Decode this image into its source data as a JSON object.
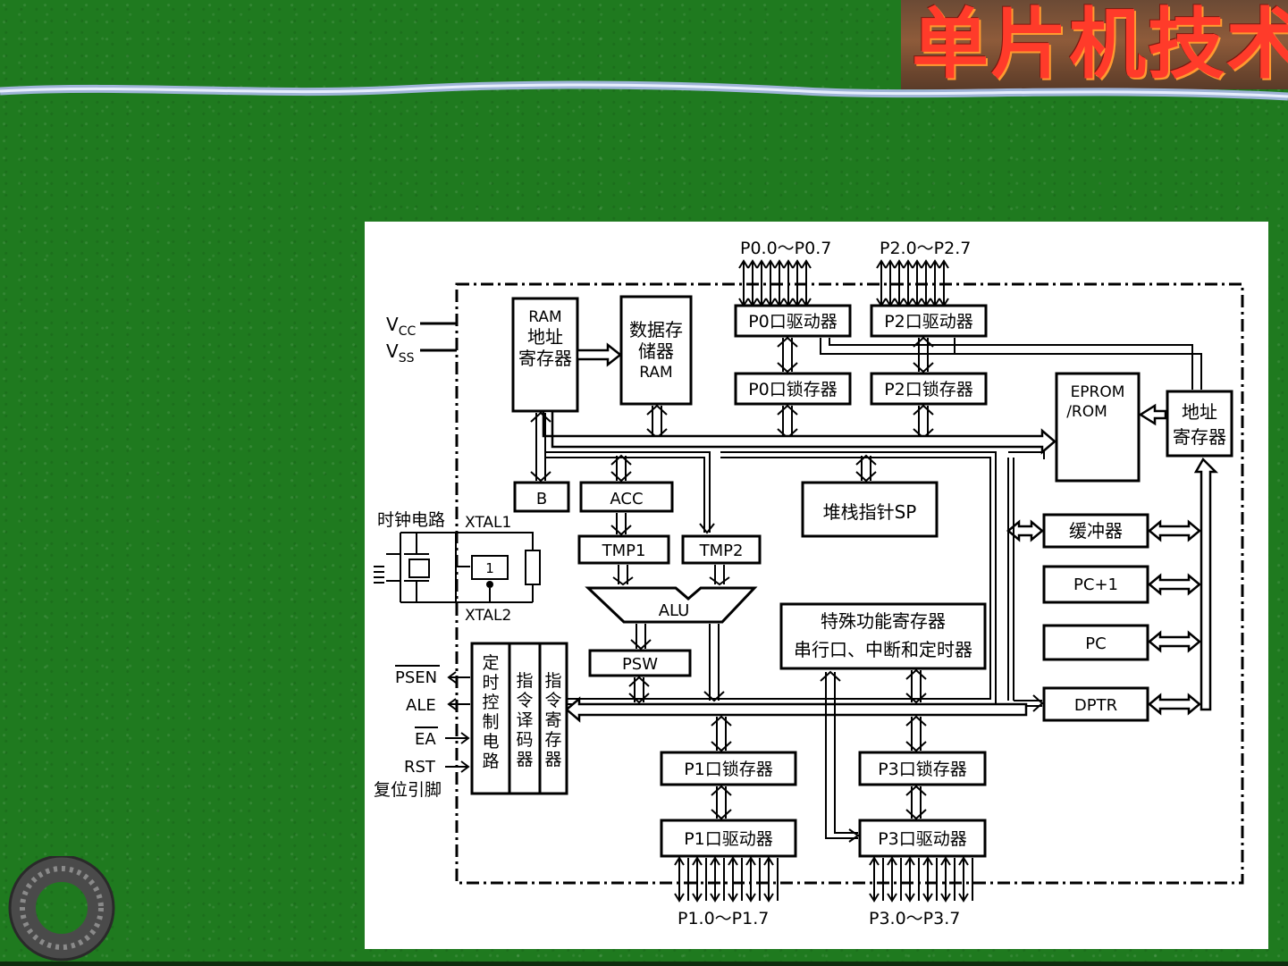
{
  "banner": {
    "title": "单片机技术"
  },
  "diagram": {
    "port_labels": {
      "p0": "P0.0～P0.7",
      "p2": "P2.0～P2.7",
      "p1": "P1.0～P1.7",
      "p3": "P3.0～P3.7"
    },
    "power": {
      "vcc": "V",
      "vcc_sub": "CC",
      "vss": "V",
      "vss_sub": "SS"
    },
    "ram_addr": [
      "RAM",
      "地址",
      "寄存器"
    ],
    "data_ram": [
      "数据存",
      "储器",
      "RAM"
    ],
    "p0_driver": "P0口驱动器",
    "p2_driver": "P2口驱动器",
    "p0_latch": "P0口锁存器",
    "p2_latch": "P2口锁存器",
    "eprom": [
      "EPROM",
      "/ROM"
    ],
    "addr_reg": [
      "地址",
      "寄存器"
    ],
    "reg_b": "B",
    "acc": "ACC",
    "sp": "堆栈指针SP",
    "clock": {
      "circuit": "时钟电路",
      "xtal1": "XTAL1",
      "xtal2": "XTAL2",
      "inv": "1"
    },
    "tmp1": "TMP1",
    "tmp2": "TMP2",
    "buffer": "缓冲器",
    "pc1": "PC+1",
    "pc": "PC",
    "dptr": "DPTR",
    "alu": "ALU",
    "psw": "PSW",
    "sfr": [
      "特殊功能寄存器",
      "串行口、中断和定时器"
    ],
    "control_pins": {
      "psen": "PSEN",
      "ale": "ALE",
      "ea": "EA",
      "rst": "RST",
      "reset": "复位引脚"
    },
    "timing": "定时控制电路",
    "decoder": "指令译码器",
    "ir": "指令寄存器",
    "p1_latch": "P1口锁存器",
    "p3_latch": "P3口锁存器",
    "p1_driver": "P1口驱动器",
    "p3_driver": "P3口驱动器"
  }
}
